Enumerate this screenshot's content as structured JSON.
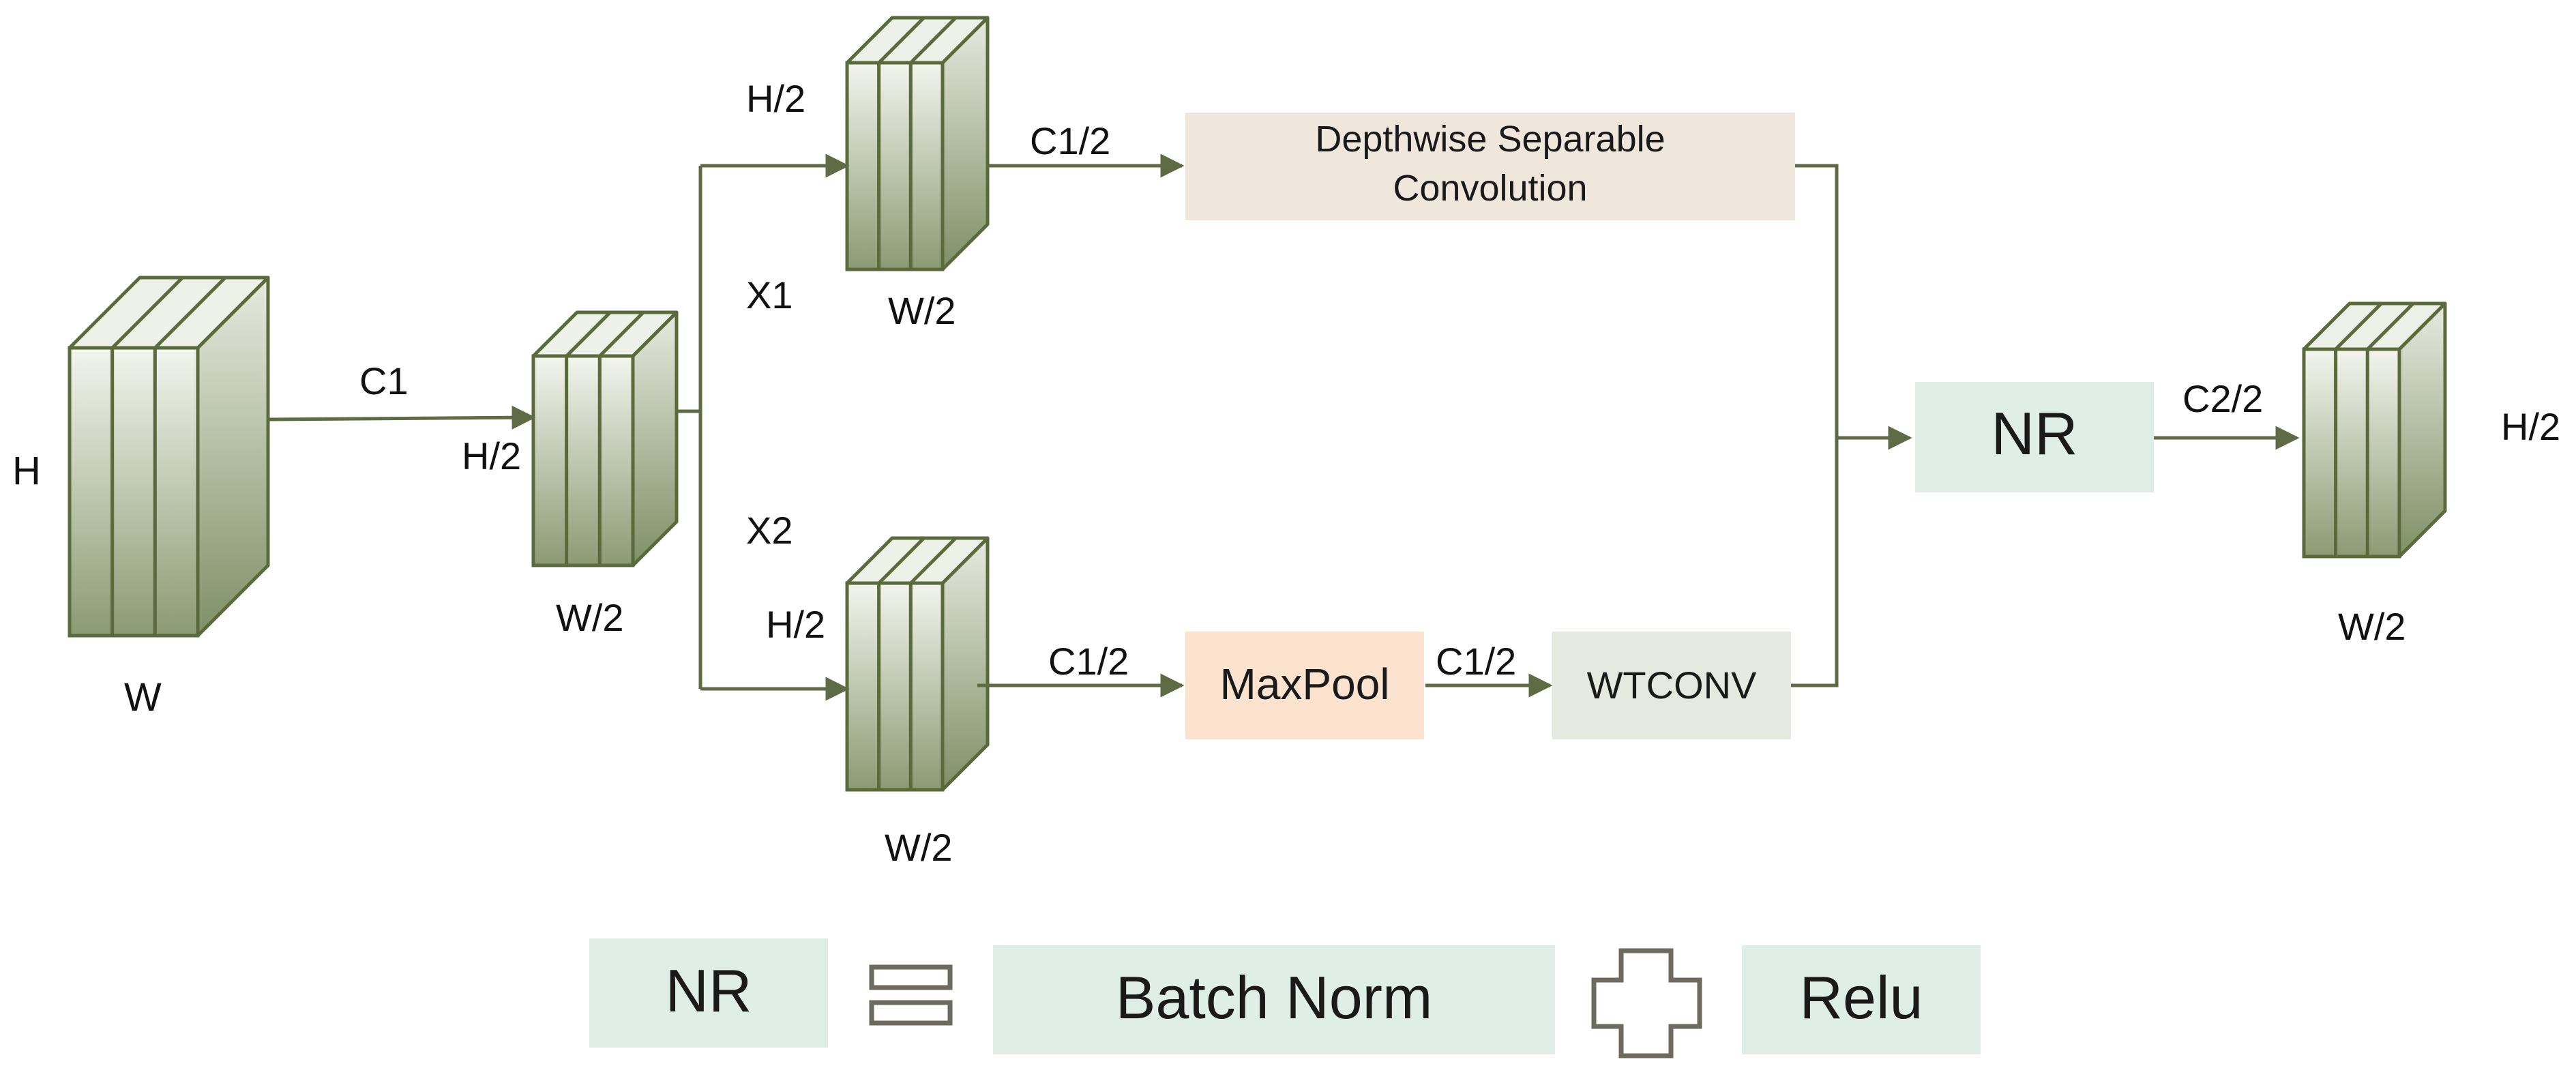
{
  "colors": {
    "line": "#5e6b45",
    "block_stroke": "#5b6a3d",
    "block_light": "#f1f3ec",
    "block_dark": "#8a9a72",
    "dsc_box": "#efe7dc",
    "maxpool_box": "#fbe3d0",
    "wtconv_box": "#e5e9df",
    "nr_box": "#dfefe8",
    "symbol_fill": "#ffffff",
    "symbol_stroke": "#6e6a5e"
  },
  "blocks": {
    "input": {
      "h_label": "H",
      "w_label": "W"
    },
    "stem": {
      "c_label": "C1",
      "h_label": "H/2",
      "w_label": "W/2"
    },
    "branch1": {
      "name_label": "X1",
      "h_label": "H/2",
      "w_label": "W/2",
      "c_label": "C1/2"
    },
    "branch2": {
      "name_label": "X2",
      "h_label": "H/2",
      "w_label": "W/2",
      "c_label": "C1/2",
      "mid_c_label": "C1/2"
    },
    "output": {
      "c_label": "C2/2",
      "h_label": "H/2",
      "w_label": "W/2"
    }
  },
  "boxes": {
    "dsc_line1": "Depthwise Separable",
    "dsc_line2": "Convolution",
    "maxpool": "MaxPool",
    "wtconv": "WTCONV",
    "nr": "NR"
  },
  "legend": {
    "nr": "NR",
    "batch_norm": "Batch Norm",
    "relu": "Relu",
    "equals_icon": "equals-icon",
    "plus_icon": "plus-icon"
  }
}
